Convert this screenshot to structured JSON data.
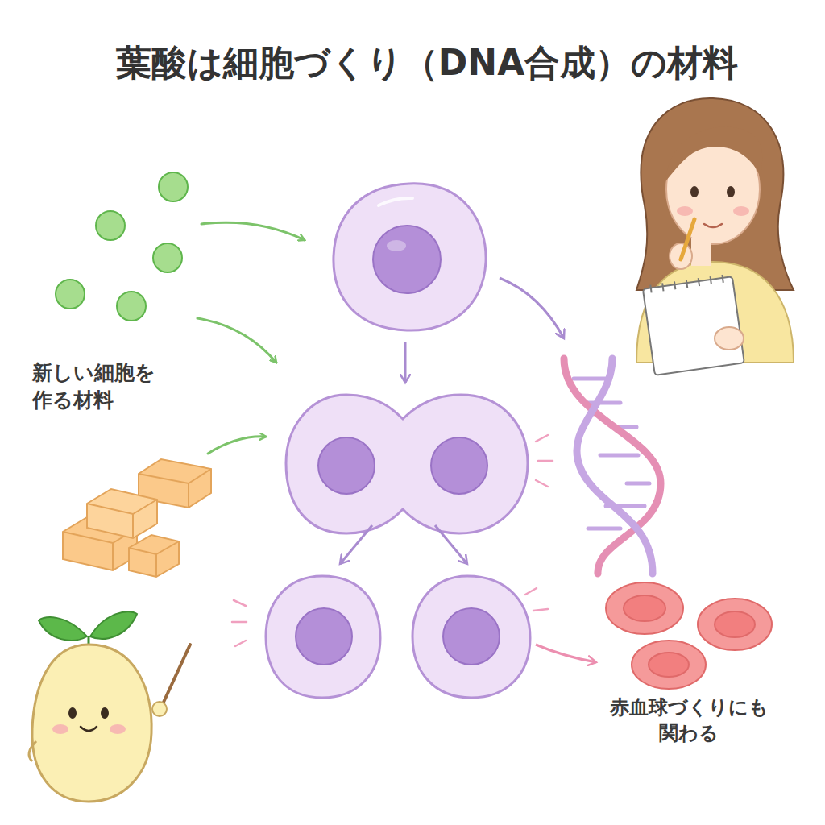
{
  "diagram": {
    "title": "葉酸は細胞づくり（DNA合成）の材料",
    "labels": [
      "新しい細胞を 作る材料",
      "赤血球づくりにも 関わる"
    ]
  }
}
